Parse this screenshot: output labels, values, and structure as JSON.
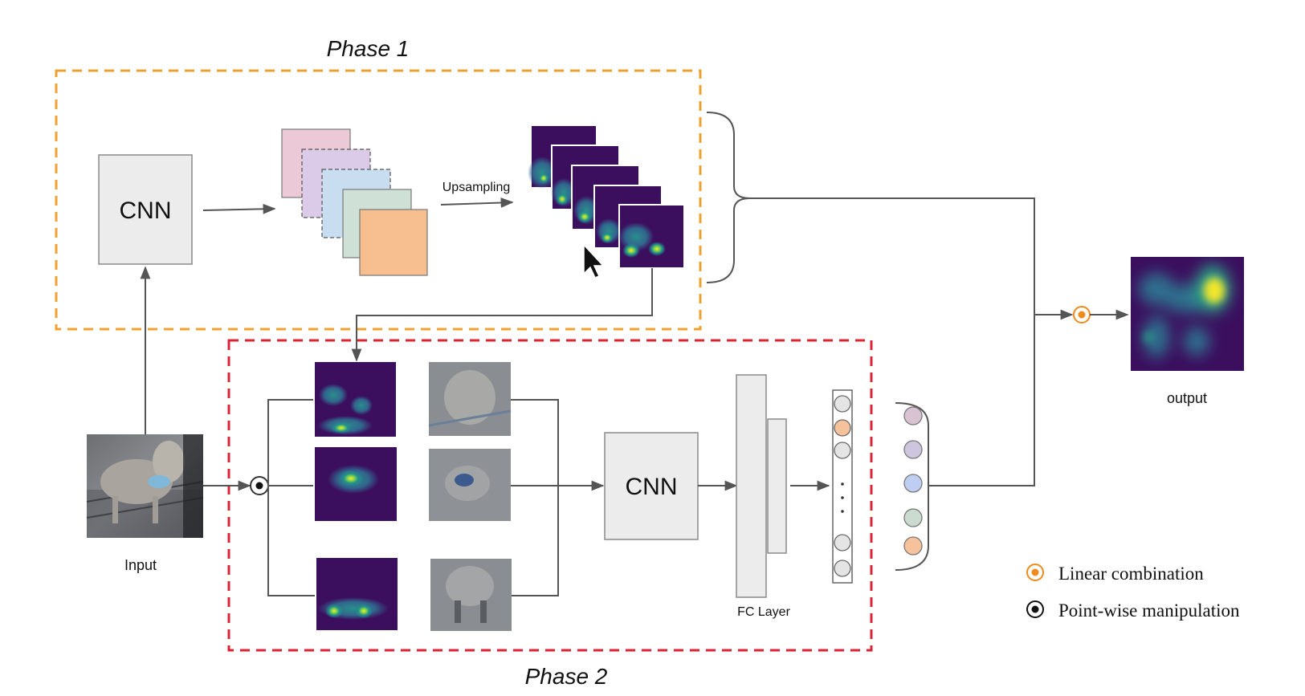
{
  "phase1": {
    "title": "Phase 1",
    "cnn_label": "CNN",
    "upsampling_label": "Upsampling"
  },
  "phase2": {
    "title": "Phase 2",
    "cnn_label": "CNN",
    "fc_label": "FC Layer"
  },
  "input_label": "Input",
  "output_label": "output",
  "legend": {
    "linear": "Linear combination",
    "pointwise": "Point-wise manipulation"
  },
  "colors": {
    "phase1_border": "#f0a030",
    "phase2_border": "#dd2233",
    "heatmap_bg": "#3b0f5e",
    "heatmap_hot": "#f2e52a",
    "box_fill": "#ececec",
    "line": "#555555",
    "linear_accent": "#f08a1c"
  },
  "feature_map_colors": [
    "#ecc9d6",
    "#dccbe8",
    "#c9ddf0",
    "#cfe0d6",
    "#f7bf8f"
  ],
  "fc_neuron_colors": [
    "#e4e4e4",
    "#f5c29b",
    "#e4e4e4",
    "#e4e4e4",
    "#e4e4e4"
  ],
  "output_neuron_colors": [
    "#d9c3d2",
    "#cec6df",
    "#bfcdf2",
    "#cbdbcf",
    "#f5c29b"
  ]
}
